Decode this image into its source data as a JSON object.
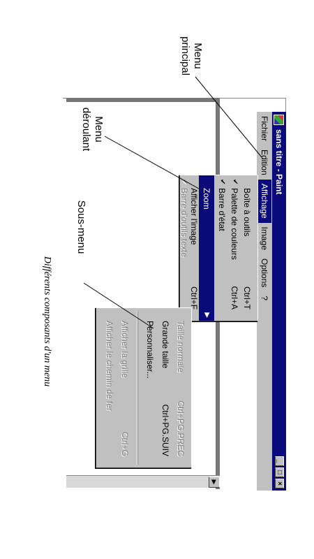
{
  "window": {
    "title": "sans titre - Paint",
    "buttons": [
      "_",
      "□",
      "×"
    ]
  },
  "menubar": {
    "items": [
      "Fichier",
      "Edition",
      "Affichage",
      "Image",
      "Options",
      "?"
    ]
  },
  "dropdown": {
    "items": [
      {
        "label": "Boîte à outils",
        "shortcut": "Ctrl+T"
      },
      {
        "label": "Palette de couleurs",
        "shortcut": "Ctrl+A",
        "check": "✔"
      },
      {
        "label": "Barre d'état",
        "check": "✔"
      },
      {
        "label": "Zoom",
        "arrow": "▶"
      },
      {
        "label": "Afficher l'image",
        "shortcut": "Ctrl+F"
      },
      {
        "label": "Barre d'outils texte",
        "check": "✔"
      }
    ]
  },
  "submenu": {
    "items": [
      {
        "label": "Taille normale",
        "shortcut": "Ctrl+PG.PREC"
      },
      {
        "label": "Grande taille",
        "shortcut": "Ctrl+PG.SUIV"
      },
      {
        "label": "Personnaliser..."
      },
      {
        "label": "Afficher la grille",
        "shortcut": "Ctrl+G"
      },
      {
        "label": "Afficher le chemin de fer"
      }
    ]
  },
  "scroll": {
    "arrow": "▶"
  },
  "callouts": {
    "main_menu_l1": "Menu",
    "main_menu_l2": "principal",
    "dropdown_l1": "Menu",
    "dropdown_l2": "déroulant",
    "submenu": "Sous-menu"
  },
  "caption": "Différents composants d'un menu"
}
